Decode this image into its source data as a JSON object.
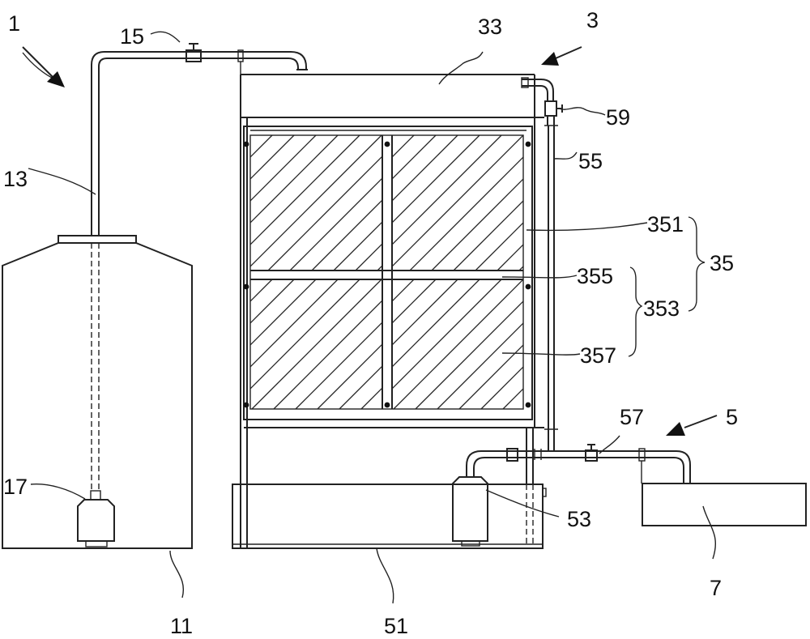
{
  "labels": {
    "l1": "1",
    "l3": "3",
    "l5": "5",
    "l7": "7",
    "l11": "11",
    "l13": "13",
    "l15": "15",
    "l17": "17",
    "l33": "33",
    "l35": "35",
    "l51": "51",
    "l53": "53",
    "l55": "55",
    "l57": "57",
    "l59": "59",
    "l351": "351",
    "l353": "353",
    "l355": "355",
    "l357": "357"
  }
}
